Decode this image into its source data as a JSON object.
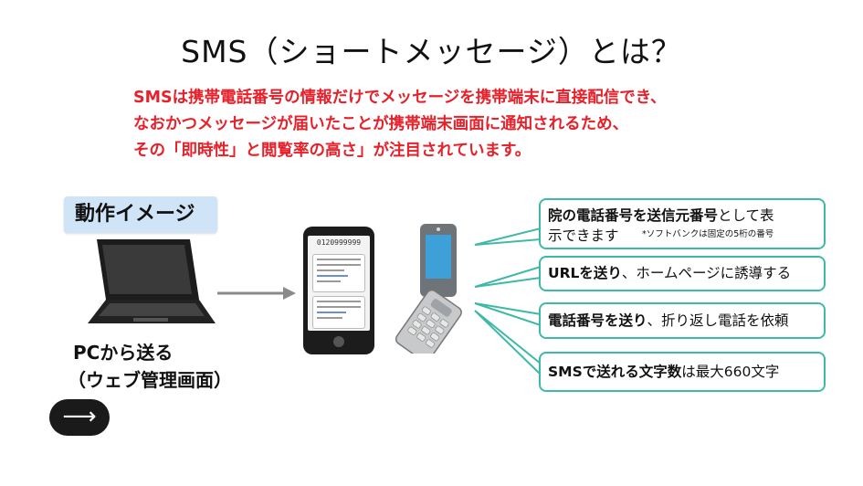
{
  "title": "SMS（ショートメッセージ）とは？",
  "intro": {
    "line1": "SMSは携帯電話番号の情報だけでメッセージを携帯端末に直接配信でき、",
    "line2": "なおかつメッセージが届いたことが携帯端末画面に通知されるため、",
    "line3": "その「即時性」と閲覧率の高さ」が注目されています。"
  },
  "action_label": "動作イメージ",
  "pc": {
    "label": "PCから送る",
    "sub": "（ウェブ管理画面）"
  },
  "smartphone": {
    "number": "0120999999"
  },
  "callouts": [
    {
      "bold": "院の電話番号を送信元番号",
      "rest": "として表",
      "rest2": "示できます",
      "note": "*ソフトバンクは固定の5桁の番号"
    },
    {
      "bold": "URLを送り",
      "rest": "、ホームページに誘導する"
    },
    {
      "bold": "電話番号を送り",
      "rest": "、折り返し電話を依頼"
    },
    {
      "bold": "SMSで送れる文字数",
      "rest": "は最大660文字"
    }
  ],
  "next_button": "⟶",
  "colors": {
    "accent_red": "#e8202a",
    "callout_border": "#3fb9a7",
    "label_bg": "#cfe4f6"
  }
}
